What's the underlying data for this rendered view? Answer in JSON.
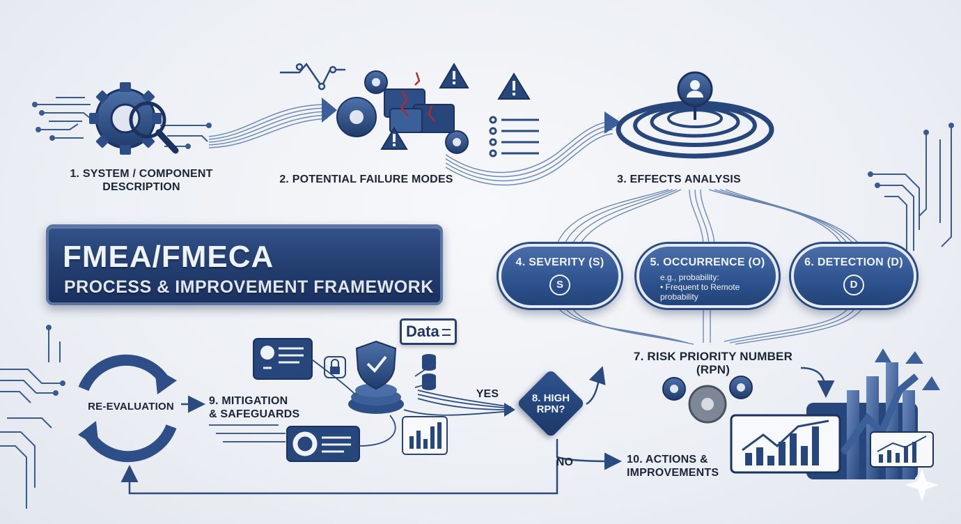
{
  "title": {
    "line1": "FMEA/FMECA",
    "line2": "PROCESS & IMPROVEMENT FRAMEWORK"
  },
  "steps": {
    "s1_line1": "1. SYSTEM / COMPONENT",
    "s1_line2": "DESCRIPTION",
    "s2": "2. POTENTIAL FAILURE MODES",
    "s3": "3. EFFECTS ANALYSIS",
    "s7_line1": "7. RISK PRIORITY NUMBER",
    "s7_line2": "(RPN)",
    "s9_line1": "9. MITIGATION",
    "s9_line2": "& SAFEGUARDS",
    "s10_line1": "10. ACTIONS &",
    "s10_line2": "IMPROVEMENTS",
    "reeval": "RE-EVALUATION"
  },
  "ratings": {
    "severity": {
      "label": "4. SEVERITY (S)",
      "badge": "S"
    },
    "occurrence": {
      "label": "5. OCCURRENCE (O)",
      "note1": "e.g., probability:",
      "note2": "• Frequent to Remote",
      "note3": "probability"
    },
    "detection": {
      "label": "6. DETECTION (D)",
      "badge": "D"
    }
  },
  "decision": {
    "line1": "8. HIGH",
    "line2": "RPN?",
    "yes": "YES",
    "no": "NO"
  },
  "data_tag": "Data",
  "colors": {
    "navy": "#223d6e",
    "steel": "#3a5f99",
    "light": "#eef2f9"
  }
}
